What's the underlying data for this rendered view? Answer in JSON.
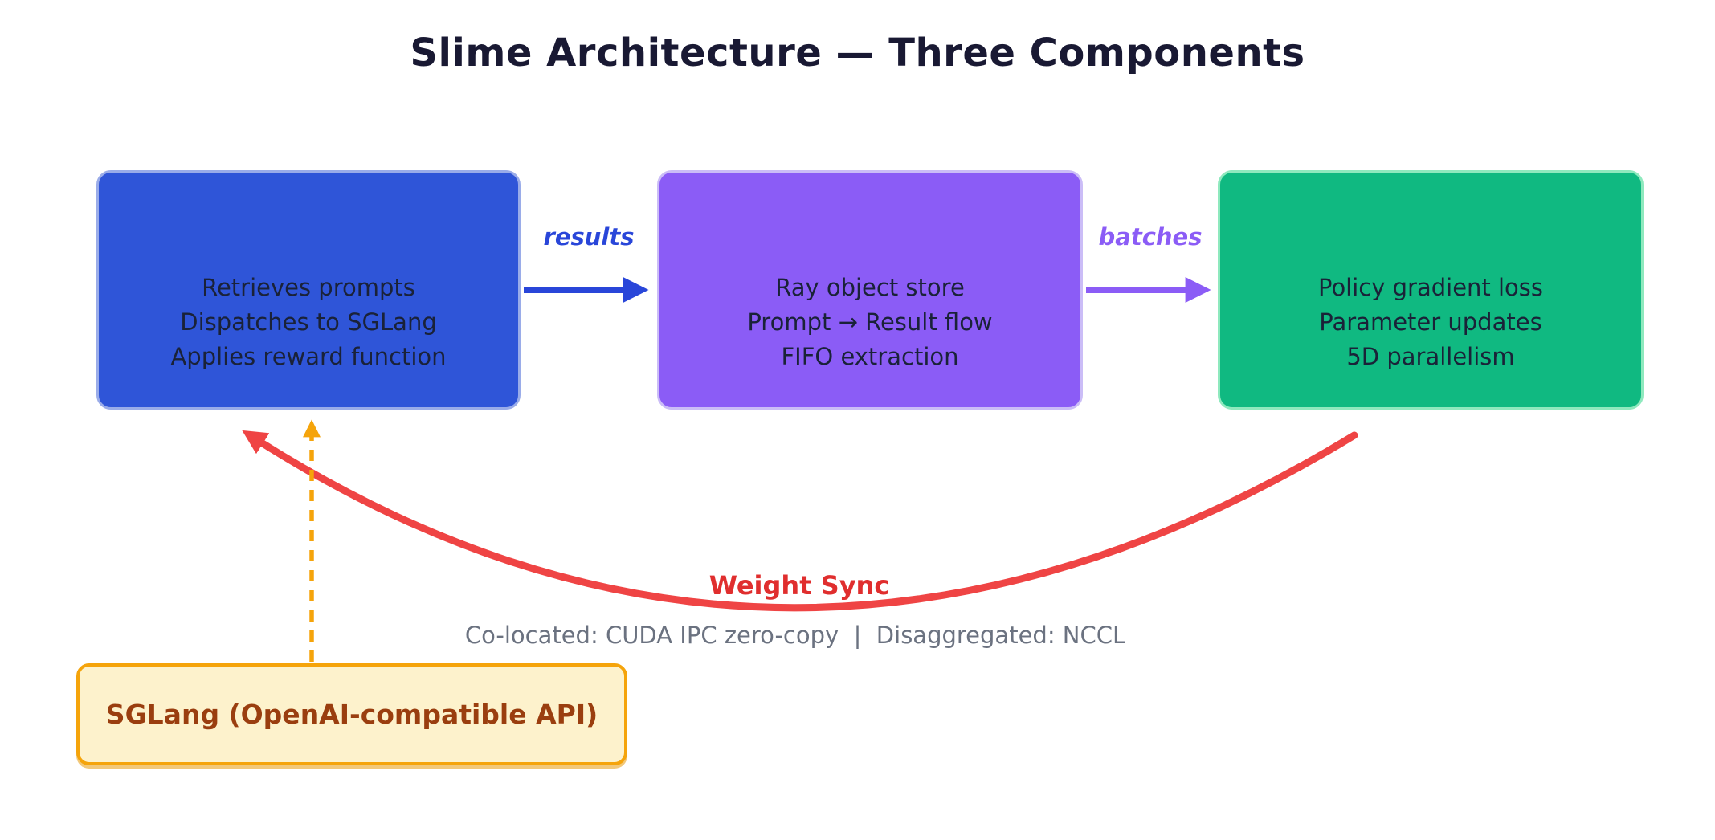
{
  "title": "Slime Architecture — Three Components",
  "boxes": {
    "left": {
      "lines": [
        "Retrieves prompts",
        "Dispatches to SGLang",
        "Applies reward function"
      ]
    },
    "middle": {
      "lines": [
        "Ray object store",
        "Prompt → Result flow",
        "FIFO extraction"
      ]
    },
    "right": {
      "lines": [
        "Policy gradient loss",
        "Parameter updates",
        "5D parallelism"
      ]
    }
  },
  "labels": {
    "results": "results",
    "batches": "batches",
    "weight_sync": "Weight Sync",
    "sync_caption": "Co-located: CUDA IPC zero-copy  |  Disaggregated: NCCL"
  },
  "sglang_box": {
    "label": "SGLang (OpenAI-compatible API)"
  },
  "colors": {
    "title_text": "#191933",
    "box_body_text": "#1a2238",
    "blue_fill": "#2f55d8",
    "blue_border": "#9aace9",
    "purple_fill": "#8b5cf6",
    "purple_border": "#cbbdf7",
    "green_fill": "#10b981",
    "green_border": "#8fe9be",
    "results_arrow": "#2946d9",
    "batches_arrow": "#8b5cf6",
    "weight_sync_red": "#ef4444",
    "caption_gray": "#6b7280",
    "sglang_arrow_orange": "#f5a40b",
    "sglang_fill": "#fdf2cc",
    "sglang_text": "#9a3e0f"
  }
}
